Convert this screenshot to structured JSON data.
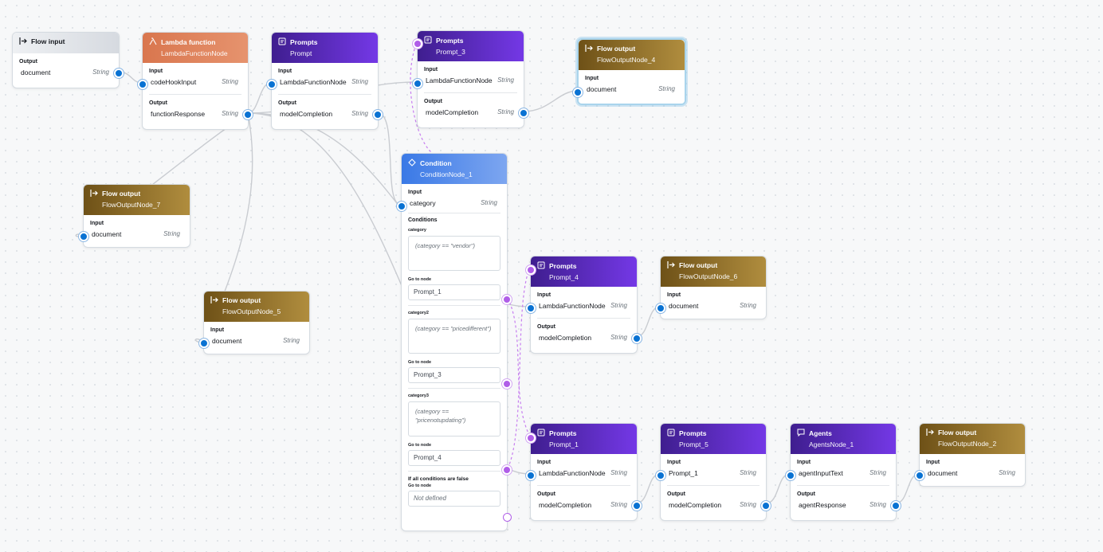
{
  "nodes": {
    "flow_input": {
      "type": "Flow input",
      "output_label": "Output",
      "output_name": "document",
      "output_type": "String"
    },
    "lambda": {
      "type": "Lambda function",
      "name": "LambdaFunctionNode",
      "input_label": "Input",
      "input_name": "codeHookInput",
      "input_type": "String",
      "output_label": "Output",
      "output_name": "functionResponse",
      "output_type": "String"
    },
    "prompt": {
      "type": "Prompts",
      "name": "Prompt",
      "input_label": "Input",
      "input_name": "LambdaFunctionNode",
      "input_type": "String",
      "output_label": "Output",
      "output_name": "modelCompletion",
      "output_type": "String"
    },
    "prompt3": {
      "type": "Prompts",
      "name": "Prompt_3",
      "input_label": "Input",
      "input_name": "LambdaFunctionNode",
      "input_type": "String",
      "output_label": "Output",
      "output_name": "modelCompletion",
      "output_type": "String"
    },
    "out4": {
      "type": "Flow output",
      "name": "FlowOutputNode_4",
      "input_label": "Input",
      "input_name": "document",
      "input_type": "String"
    },
    "out7": {
      "type": "Flow output",
      "name": "FlowOutputNode_7",
      "input_label": "Input",
      "input_name": "document",
      "input_type": "String"
    },
    "out5": {
      "type": "Flow output",
      "name": "FlowOutputNode_5",
      "input_label": "Input",
      "input_name": "document",
      "input_type": "String"
    },
    "condition": {
      "type": "Condition",
      "name": "ConditionNode_1",
      "input_label": "Input",
      "input_name": "category",
      "input_type": "String",
      "conditions_label": "Conditions",
      "goto_label": "Go to node",
      "conditions": [
        {
          "name": "category",
          "expr": "(category == \"vendor\")",
          "target": "Prompt_1"
        },
        {
          "name": "category2",
          "expr": "(category == \"pricedifferent\")",
          "target": "Prompt_3"
        },
        {
          "name": "category3",
          "expr": "(category == \"pricenotupdating\")",
          "target": "Prompt_4"
        }
      ],
      "default_label": "If all conditions are false",
      "default_target": "Not defined"
    },
    "prompt4": {
      "type": "Prompts",
      "name": "Prompt_4",
      "input_label": "Input",
      "input_name": "LambdaFunctionNode",
      "input_type": "String",
      "output_label": "Output",
      "output_name": "modelCompletion",
      "output_type": "String"
    },
    "out6": {
      "type": "Flow output",
      "name": "FlowOutputNode_6",
      "input_label": "Input",
      "input_name": "document",
      "input_type": "String"
    },
    "prompt1": {
      "type": "Prompts",
      "name": "Prompt_1",
      "input_label": "Input",
      "input_name": "LambdaFunctionNode",
      "input_type": "String",
      "output_label": "Output",
      "output_name": "modelCompletion",
      "output_type": "String"
    },
    "prompt5": {
      "type": "Prompts",
      "name": "Prompt_5",
      "input_label": "Input",
      "input_name": "Prompt_1",
      "input_type": "String",
      "output_label": "Output",
      "output_name": "modelCompletion",
      "output_type": "String"
    },
    "agents": {
      "type": "Agents",
      "name": "AgentsNode_1",
      "input_label": "Input",
      "input_name": "agentInputText",
      "input_type": "String",
      "output_label": "Output",
      "output_name": "agentResponse",
      "output_type": "String"
    },
    "out2": {
      "type": "Flow output",
      "name": "FlowOutputNode_2",
      "input_label": "Input",
      "input_name": "document",
      "input_type": "String"
    }
  },
  "colors": {
    "data_edge": "#c9ccd1",
    "condition_edge": "#c77ef0",
    "port": "#0972d3"
  }
}
